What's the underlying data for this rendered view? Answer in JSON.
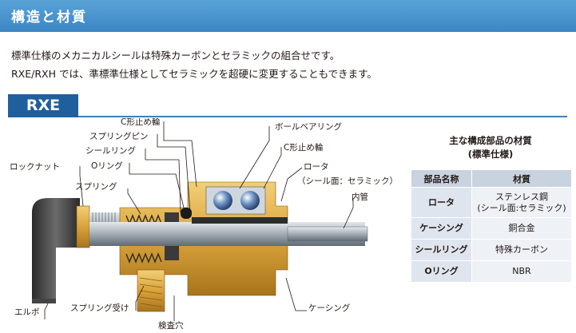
{
  "section": {
    "title": "構造と材質"
  },
  "intro": {
    "line1": "標準仕様のメカニカルシールは特殊カーボンとセラミックの組合せです。",
    "line2": "RXE/RXH では、準標準仕様としてセラミックを超硬に変更することもできます。"
  },
  "model": {
    "name": "RXE"
  },
  "diagram_labels": {
    "c_ring_left": "C形止め輪",
    "spring_pin": "スプリングピン",
    "seal_ring": "シールリング",
    "o_ring": "Oリング",
    "lock_nut": "ロックナット",
    "spring": "スプリング",
    "ball_bearing": "ボールベアリング",
    "c_ring_right": "C形止め輪",
    "rotor": "ロータ",
    "rotor_note": "（シール面：セラミック）",
    "inner_pipe": "内管",
    "elbow": "エルボ",
    "spring_seat": "スプリング受け",
    "casing": "ケーシング",
    "inspection_hole": "検査穴"
  },
  "materials": {
    "caption_line1": "主な構成部品の材質",
    "caption_line2": "(標準仕様)",
    "headers": [
      "部品名称",
      "材質"
    ],
    "rows": [
      {
        "name": "ロータ",
        "material_line1": "ステンレス鋼",
        "material_line2": "(シール面:セラミック)"
      },
      {
        "name": "ケーシング",
        "material_line1": "銅合金",
        "material_line2": ""
      },
      {
        "name": "シールリング",
        "material_line1": "特殊カーボン",
        "material_line2": ""
      },
      {
        "name": "Oリング",
        "material_line1": "NBR",
        "material_line2": ""
      }
    ]
  },
  "colors": {
    "header_bar": "#4a96d0",
    "model_tab": "#1f5f9e",
    "table_header": "#c9d3df",
    "casing_brass": "#d9a33a",
    "pipe_steel": "#9aa4ad"
  }
}
